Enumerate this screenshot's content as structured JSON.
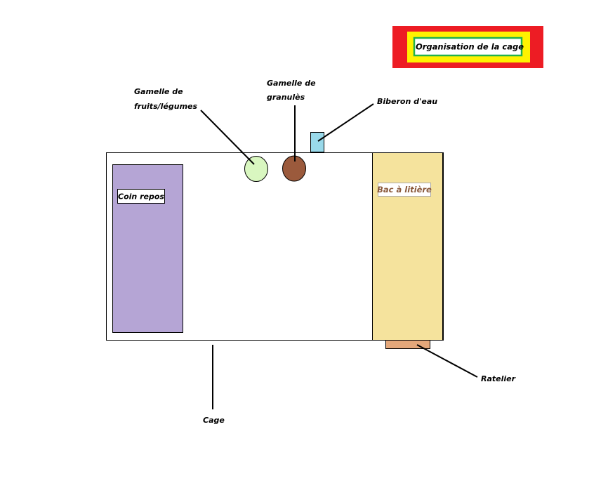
{
  "title": "Organisation de la cage",
  "labels": {
    "gamelle_fruits_line1": "Gamelle de",
    "gamelle_fruits_line2": "fruits/légumes",
    "gamelle_granules_line1": "Gamelle de",
    "gamelle_granules_line2": "granulès",
    "biberon": "Biberon d'eau",
    "coin_repos": "Coin repos",
    "bac_litiere": "Bac à litière",
    "ratelier": "Ratelier",
    "cage": "Cage"
  },
  "colors": {
    "title_outer": "#ed1c24",
    "title_middle": "#fff200",
    "title_inner_border": "#22b14c",
    "coin_repos": "#b5a5d5",
    "bac_litiere": "#f5e39d",
    "bac_litiere_text": "#8b5a3c",
    "gamelle_fruits": "#d9f7c0",
    "gamelle_granules": "#9b5a3c",
    "biberon": "#99d9ea",
    "ratelier": "#e4a77a"
  }
}
